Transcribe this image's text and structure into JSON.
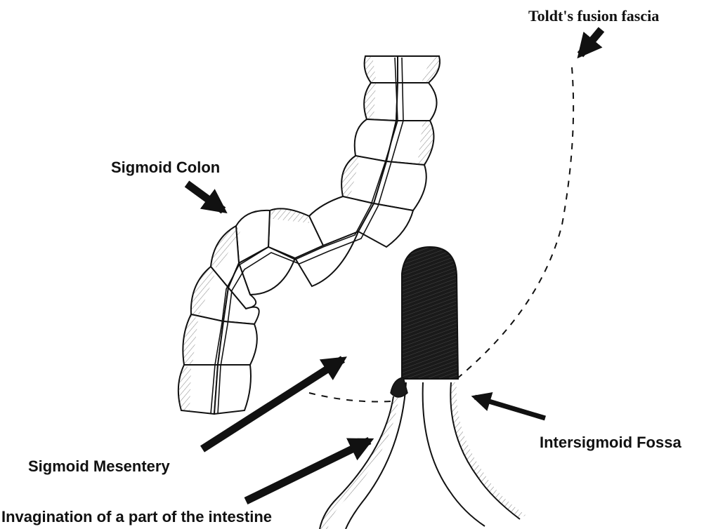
{
  "labels": {
    "toldt": "Toldt's fusion fascia",
    "sigmoid_colon": "Sigmoid Colon",
    "intersigmoid_fossa": "Intersigmoid Fossa",
    "sigmoid_mesentery": "Sigmoid Mesentery",
    "invagination": "Invagination of a part of the intestine"
  },
  "colors": {
    "ink": "#111111",
    "background": "#ffffff",
    "invaginated_segment": "#1a1a1a"
  }
}
